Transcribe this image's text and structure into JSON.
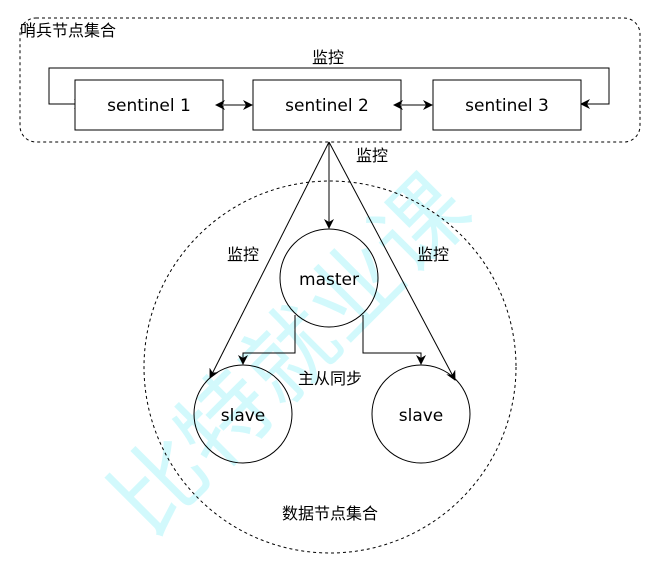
{
  "sentinel_group": {
    "title": "哨兵节点集合",
    "monitor_label": "监控",
    "sentinels": [
      "sentinel 1",
      "sentinel 2",
      "sentinel 3"
    ]
  },
  "data_group": {
    "title": "数据节点集合",
    "master": "master",
    "slaves": [
      "slave",
      "slave"
    ],
    "sync_label": "主从同步"
  },
  "monitor_labels": {
    "master": "监控",
    "left": "监控",
    "right": "监控"
  },
  "watermark": "比特就业课"
}
